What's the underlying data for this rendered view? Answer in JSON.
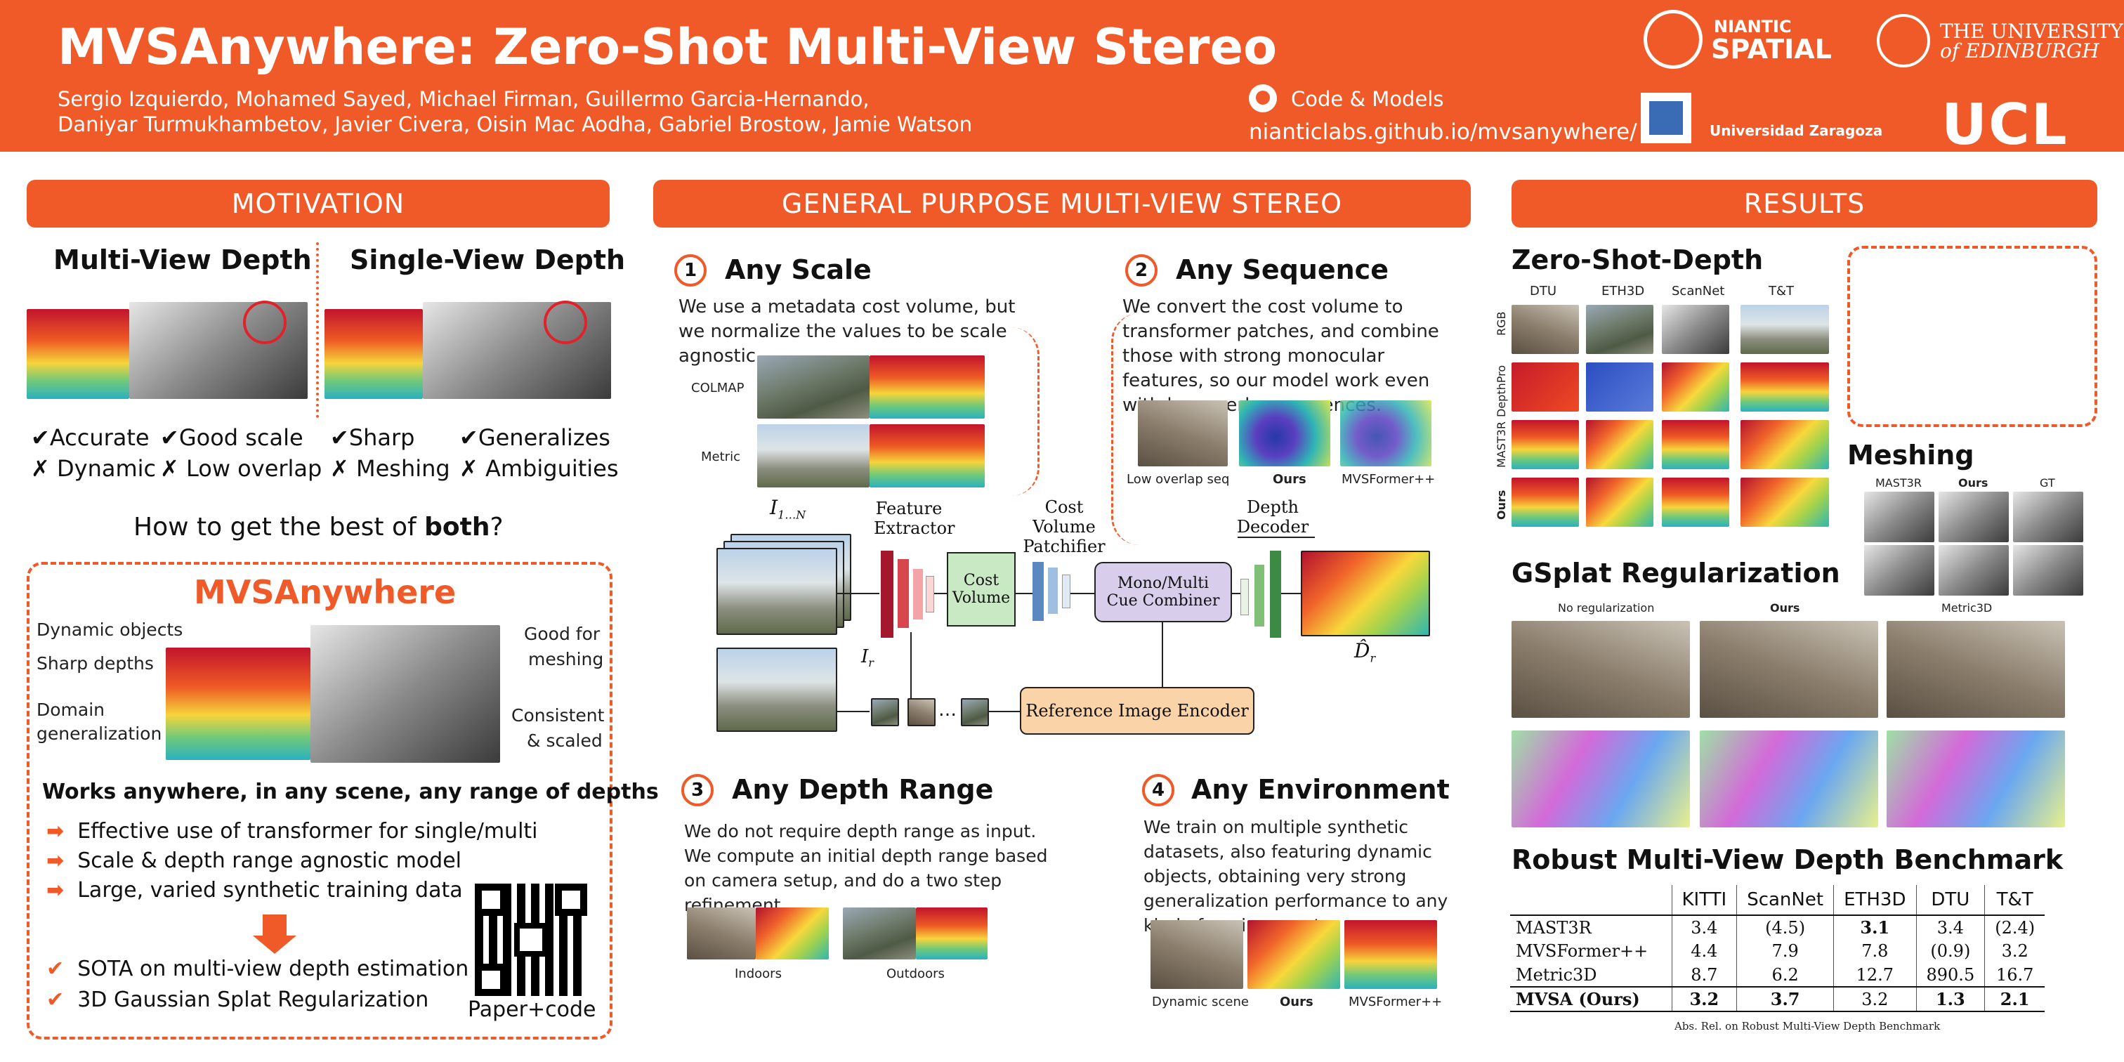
{
  "header": {
    "title": "MVSAnywhere: Zero-Shot Multi-View Stereo",
    "authors_line1": "Sergio Izquierdo,    Mohamed Sayed,    Michael Firman,    Guillermo Garcia-Hernando,",
    "authors_line2": "Daniyar Turmukhambetov,    Javier Civera,    Oisin Mac Aodha,    Gabriel Brostow,    Jamie Watson",
    "code_label": "Code & Models",
    "code_url": "nianticlabs.github.io/mvsanywhere/",
    "logos": {
      "niantic_top": "NIANTIC",
      "niantic_bottom": "SPATIAL",
      "edinburgh_top": "THE UNIVERSITY",
      "edinburgh_bottom": "of EDINBURGH",
      "zaragoza": "Universidad Zaragoza",
      "ucl": "UCL"
    }
  },
  "motivation": {
    "section_title": "MOTIVATION",
    "multi_title": "Multi-View Depth",
    "single_title": "Single-View Depth",
    "multi_pros": [
      "✔Accurate",
      "✔Good scale"
    ],
    "multi_cons": [
      "✗ Dynamic",
      "✗ Low overlap"
    ],
    "single_pros": [
      "✔Sharp",
      "✔Generalizes"
    ],
    "single_cons": [
      "✗ Meshing",
      "✗ Ambiguities"
    ],
    "question_prefix": "How to get the best of ",
    "question_bold": "both",
    "question_suffix": "?",
    "mvsa_title": "MVSAnywhere",
    "left_labels": [
      "Dynamic objects",
      "Sharp depths",
      "Domain",
      "generalization"
    ],
    "right_labels": [
      "Good for",
      "meshing",
      "Consistent",
      "& scaled"
    ],
    "works_anywhere": "Works anywhere, in any scene, any range of depths",
    "bullets": [
      "Effective use of transformer for single/multi",
      "Scale & depth range agnostic model",
      "Large, varied synthetic training data"
    ],
    "results": [
      "SOTA on multi-view depth estimation",
      "3D Gaussian Splat Regularization"
    ],
    "qr_caption": "Paper+code"
  },
  "general": {
    "section_title": "GENERAL PURPOSE MULTI-VIEW STEREO",
    "scale": {
      "num": "1",
      "title": "Any Scale",
      "text": "We use a metadata cost volume, but we normalize the values to be scale agnostic.",
      "row1": "COLMAP",
      "row2": "Metric"
    },
    "sequence": {
      "num": "2",
      "title": "Any Sequence",
      "text": "We convert the cost volume to transformer patches, and combine those with strong monocular features, so our model work even with low overlap sequences.",
      "captions": [
        "Low overlap seq",
        "Ours",
        "MVSFormer++"
      ]
    },
    "arch": {
      "input_label": "I",
      "input_sub": "1…N",
      "ref_label": "I",
      "ref_sub": "r",
      "feature_extractor": [
        "Feature",
        "Extractor"
      ],
      "cost_volume": [
        "Cost",
        "Volume"
      ],
      "patchifier": [
        "Cost Volume",
        "Patchifier"
      ],
      "combiner": [
        "Mono/Multi",
        "Cue Combiner"
      ],
      "decoder": [
        "Depth",
        "Decoder"
      ],
      "ref_encoder": "Reference Image Encoder",
      "output_label": "D̂",
      "output_sub": "r",
      "dots": "…"
    },
    "depth_range": {
      "num": "3",
      "title": "Any Depth Range",
      "text": "We do not require depth range as input. We compute an initial depth range based on camera setup, and do a two step refinement.",
      "captions": [
        "Indoors",
        "Outdoors"
      ]
    },
    "environment": {
      "num": "4",
      "title": "Any Environment",
      "text": "We train on multiple synthetic datasets, also featuring dynamic objects, obtaining very strong generalization performance to any kind of environment.",
      "captions": [
        "Dynamic scene",
        "Ours",
        "MVSFormer++"
      ]
    }
  },
  "results": {
    "section_title": "RESULTS",
    "zero_shot_title": "Zero-Shot-Depth",
    "zs_cols": [
      "DTU",
      "ETH3D",
      "ScanNet",
      "T&T"
    ],
    "zs_rows": [
      "RGB",
      "DepthPro",
      "MAST3R",
      "Ours"
    ],
    "meshing_title": "Meshing",
    "mesh_cols": [
      "MAST3R",
      "Ours",
      "GT"
    ],
    "gsplat_title": "GSplat Regularization",
    "gsplat_cols": [
      "No regularization",
      "Ours",
      "Metric3D"
    ],
    "bench_title": "Robust Multi-View Depth Benchmark",
    "bench_caption": "Abs. Rel. on Robust Multi-View Depth Benchmark",
    "bench_headers": [
      "",
      "KITTI",
      "ScanNet",
      "ETH3D",
      "DTU",
      "T&T"
    ],
    "bench_rows": [
      {
        "method": "MAST3R",
        "values": [
          "3.4",
          "(4.5)",
          "3.1",
          "3.4",
          "(2.4)"
        ],
        "bold": [
          false,
          false,
          true,
          false,
          false
        ]
      },
      {
        "method": "MVSFormer++",
        "values": [
          "4.4",
          "7.9",
          "7.8",
          "(0.9)",
          "3.2"
        ],
        "bold": [
          false,
          false,
          false,
          false,
          false
        ]
      },
      {
        "method": "Metric3D",
        "values": [
          "8.7",
          "6.2",
          "12.7",
          "890.5",
          "16.7"
        ],
        "bold": [
          false,
          false,
          false,
          false,
          false
        ]
      },
      {
        "method": "MVSA (Ours)",
        "values": [
          "3.2",
          "3.7",
          "3.2",
          "1.3",
          "2.1"
        ],
        "bold": [
          true,
          true,
          false,
          true,
          true
        ]
      }
    ]
  },
  "colors": {
    "accent": "#F05A28",
    "cost_volume": "#c9e8c4",
    "combiner": "#d8cdea",
    "encoder": "#fbd3a9"
  }
}
